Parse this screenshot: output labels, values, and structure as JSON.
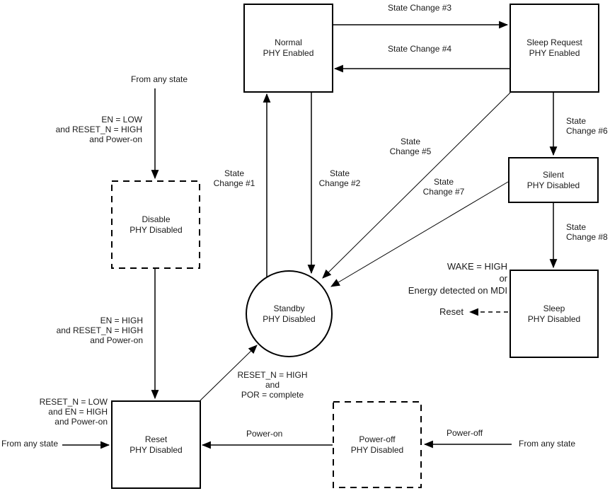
{
  "colors": {
    "line": "#000000",
    "text": "#1a1a1a",
    "background": "#ffffff"
  },
  "states": {
    "normal": {
      "name": "Normal",
      "sub": "PHY Enabled"
    },
    "sleep_request": {
      "name": "Sleep Request",
      "sub": "PHY Enabled"
    },
    "disable": {
      "name": "Disable",
      "sub": "PHY Disabled"
    },
    "silent": {
      "name": "Silent",
      "sub": "PHY Disabled"
    },
    "standby": {
      "name": "Standby",
      "sub": "PHY Disabled"
    },
    "sleep": {
      "name": "Sleep",
      "sub": "PHY Disabled"
    },
    "reset": {
      "name": "Reset",
      "sub": "PHY Disabled"
    },
    "power_off": {
      "name": "Power-off",
      "sub": "PHY Disabled"
    }
  },
  "labels": {
    "sc1": [
      "State",
      "Change #1"
    ],
    "sc2": [
      "State",
      "Change #2"
    ],
    "sc3": "State Change #3",
    "sc4": "State Change #4",
    "sc5": [
      "State",
      "Change #5"
    ],
    "sc6": [
      "State",
      "Change #6"
    ],
    "sc7": [
      "State",
      "Change #7"
    ],
    "sc8": [
      "State",
      "Change #8"
    ],
    "from_any_state": "From any state",
    "cond_disable": [
      "EN = LOW",
      "and RESET_N = HIGH",
      "and Power-on"
    ],
    "cond_reset_from_disable": [
      "EN = HIGH",
      "and RESET_N = HIGH",
      "and Power-on"
    ],
    "cond_reset_any": [
      "RESET_N = LOW",
      "and EN = HIGH",
      "and Power-on"
    ],
    "cond_standby_from_reset": [
      "RESET_N = HIGH",
      "and",
      "POR = complete"
    ],
    "wake_condition": [
      "WAKE = HIGH",
      "or",
      "Energy detected on MDI"
    ],
    "reset_action": "Reset",
    "power_on": "Power-on",
    "power_off": "Power-off"
  },
  "transitions": [
    {
      "from": "Normal",
      "to": "Sleep Request",
      "label": "State Change #3"
    },
    {
      "from": "Sleep Request",
      "to": "Normal",
      "label": "State Change #4"
    },
    {
      "from": "Standby",
      "to": "Normal",
      "label": "State Change #1"
    },
    {
      "from": "Normal",
      "to": "Standby",
      "label": "State Change #2"
    },
    {
      "from": "Sleep Request",
      "to": "Standby",
      "label": "State Change #5"
    },
    {
      "from": "Sleep Request",
      "to": "Silent",
      "label": "State Change #6"
    },
    {
      "from": "Silent",
      "to": "Standby",
      "label": "State Change #7"
    },
    {
      "from": "Silent",
      "to": "Sleep",
      "label": "State Change #8"
    },
    {
      "from": "any state",
      "to": "Disable",
      "label": "EN = LOW and RESET_N = HIGH and Power-on"
    },
    {
      "from": "Disable",
      "to": "Reset",
      "label": "EN = HIGH and RESET_N = HIGH and Power-on"
    },
    {
      "from": "any state",
      "to": "Reset",
      "label": "RESET_N = LOW and EN = HIGH and Power-on"
    },
    {
      "from": "Reset",
      "to": "Standby",
      "label": "RESET_N = HIGH and POR = complete"
    },
    {
      "from": "Power-off",
      "to": "Reset",
      "label": "Power-on"
    },
    {
      "from": "any state",
      "to": "Power-off",
      "label": "Power-off"
    },
    {
      "from": "Sleep",
      "to": "Reset",
      "label": "WAKE = HIGH or Energy detected on MDI"
    }
  ]
}
